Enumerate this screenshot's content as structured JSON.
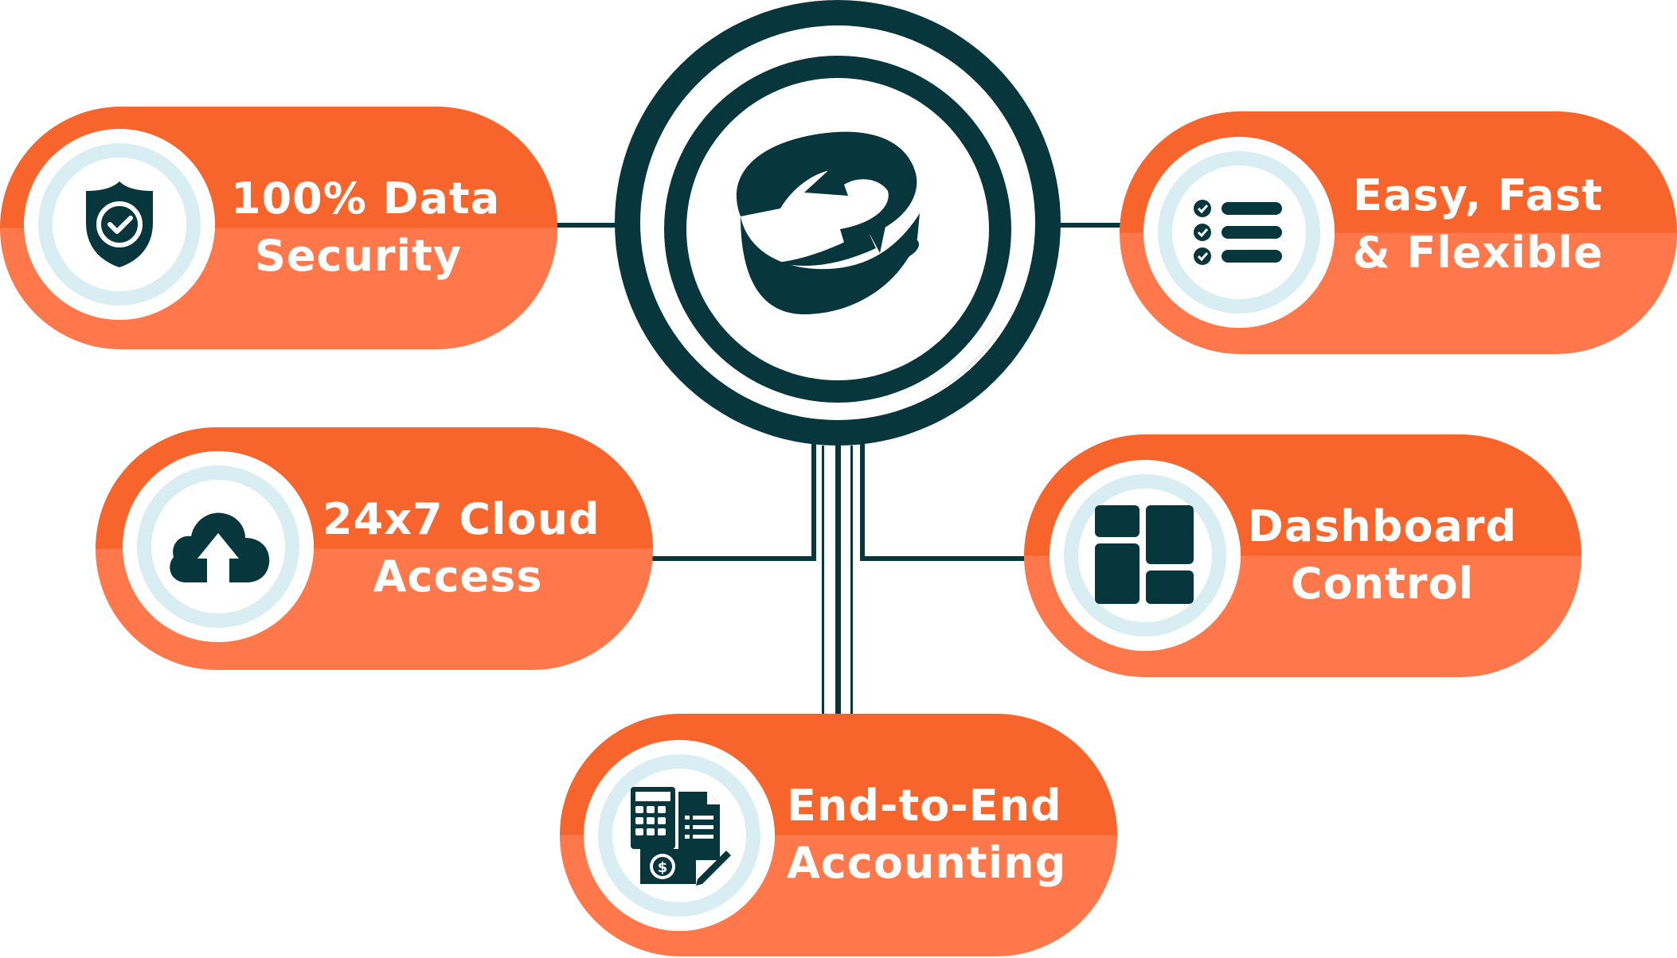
{
  "logo": {
    "icon": "e-arrows-logo-icon"
  },
  "colors": {
    "pill_top": "#f8652c",
    "pill_bottom": "#fe784b",
    "dark_teal": "#07363c",
    "ring_light_blue": "#d8eef3",
    "shadow_gray": "#d9d9d9"
  },
  "features": {
    "data_security": {
      "line1": "100% Data",
      "line2": "Security",
      "icon": "shield-check-icon"
    },
    "easy_fast": {
      "line1": "Easy, Fast",
      "line2": "& Flexible",
      "icon": "checklist-icon"
    },
    "cloud_access": {
      "line1": "24x7 Cloud",
      "line2": "Access",
      "icon": "cloud-upload-icon"
    },
    "dashboard": {
      "line1": "Dashboard",
      "line2": "Control",
      "icon": "dashboard-grid-icon"
    },
    "accounting": {
      "line1": "End-to-End",
      "line2": "Accounting",
      "icon": "calculator-invoice-icon"
    }
  }
}
